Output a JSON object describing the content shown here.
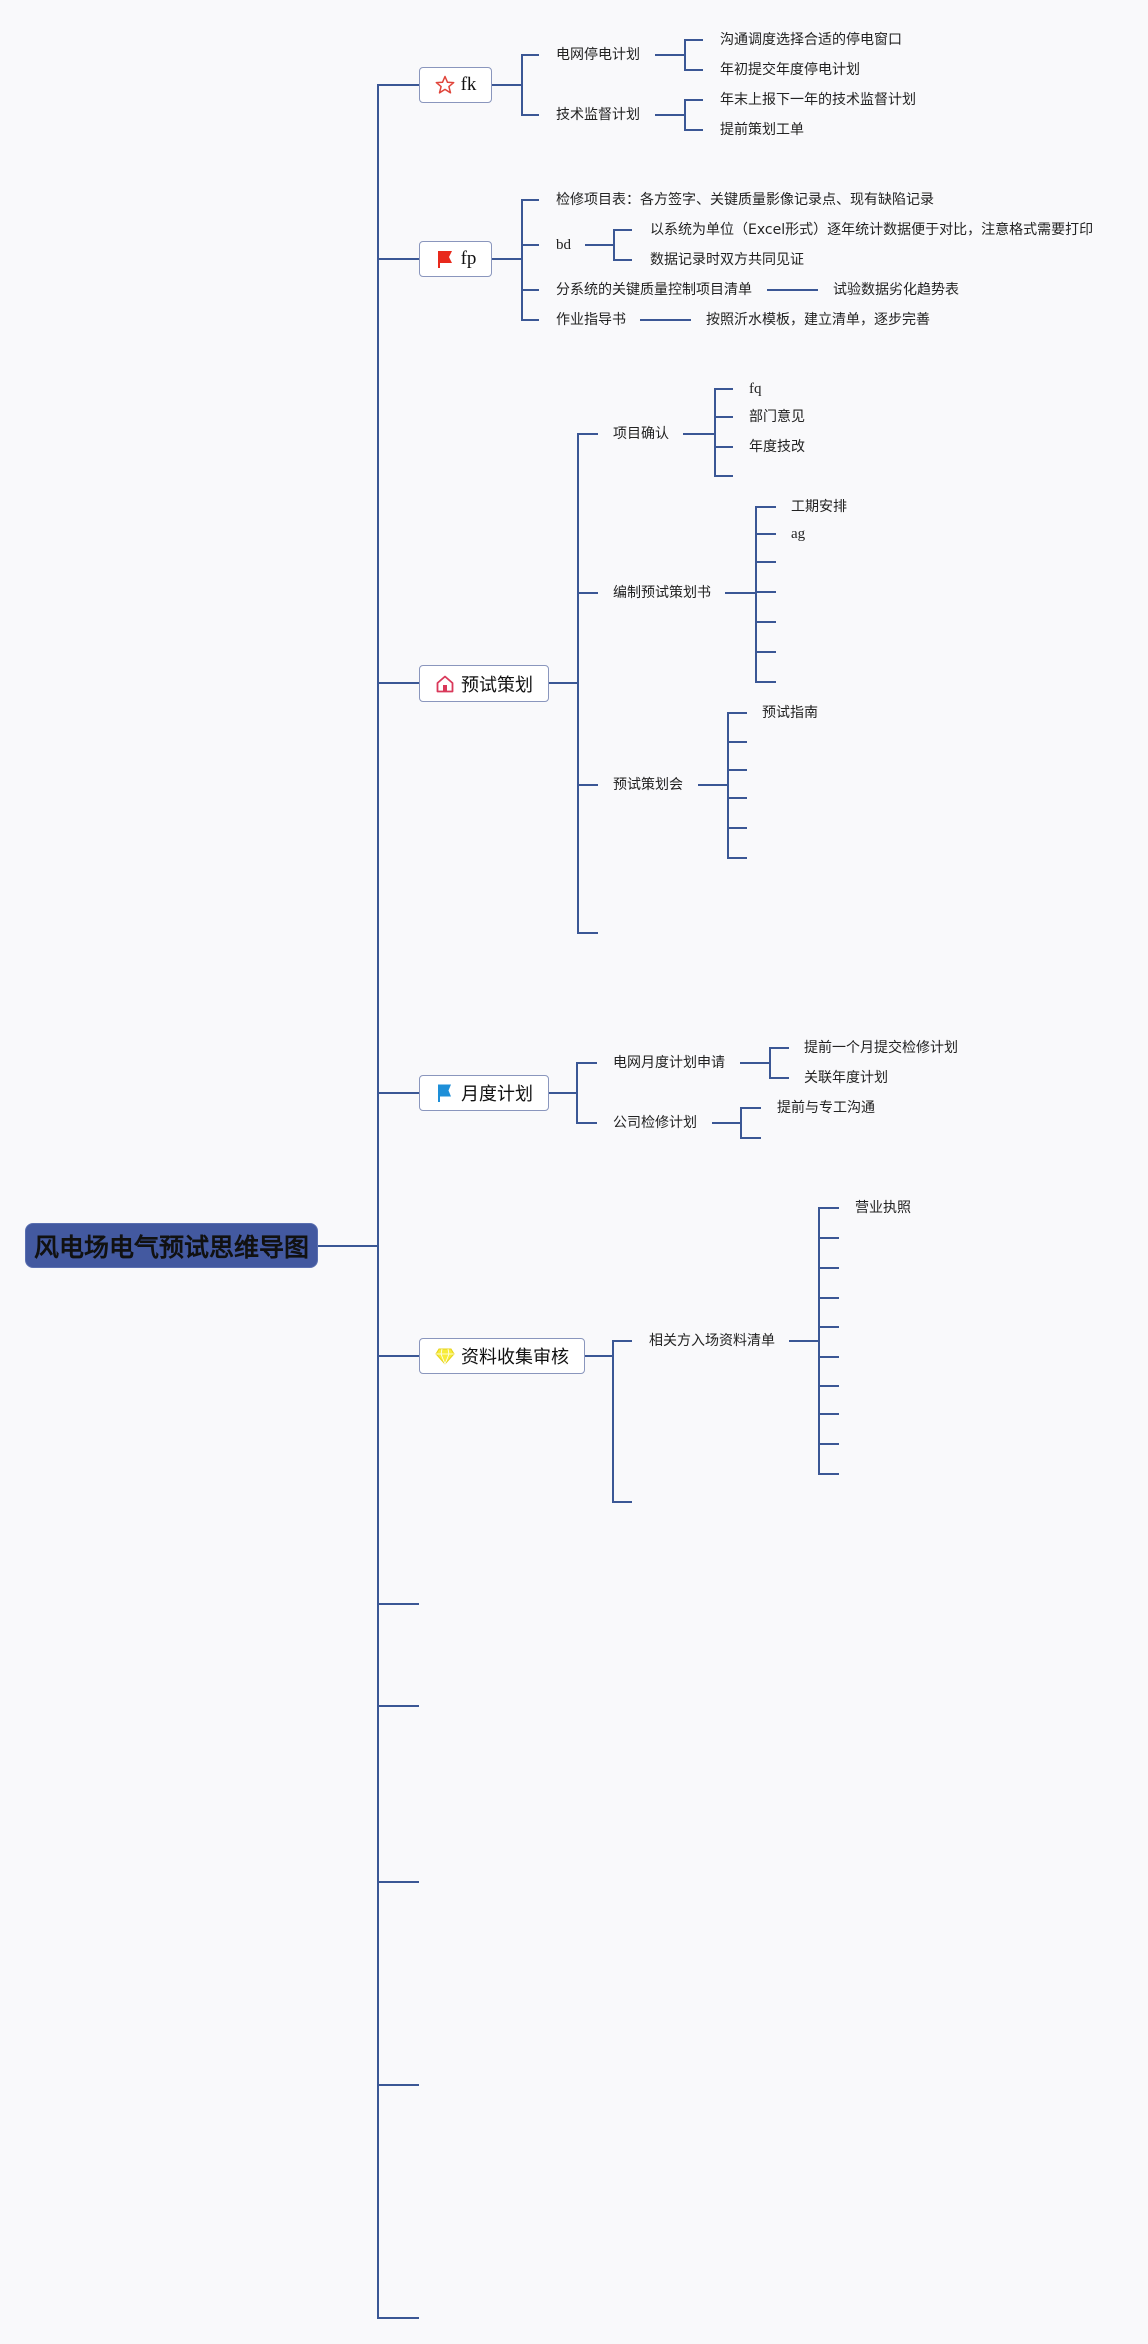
{
  "root": {
    "title": "风电场电气预试思维导图"
  },
  "colors": {
    "line": "#3b5795",
    "root_fill": "#4359a0",
    "background": "#f9f9fb"
  },
  "branches": [
    {
      "label": "fk",
      "icon": "star-icon",
      "children": [
        {
          "label": "电网停电计划",
          "children": [
            {
              "label": "沟通调度选择合适的停电窗口"
            },
            {
              "label": "年初提交年度停电计划"
            }
          ]
        },
        {
          "label": "技术监督计划",
          "children": [
            {
              "label": "年末上报下一年的技术监督计划"
            },
            {
              "label": "提前策划工单"
            }
          ]
        }
      ]
    },
    {
      "label": "fp",
      "icon": "red-flag-icon",
      "children": [
        {
          "label": "检修项目表：各方签字、关键质量影像记录点、现有缺陷记录"
        },
        {
          "label": "bd",
          "children": [
            {
              "label": "以系统为单位（Excel形式）逐年统计数据便于对比，注意格式需要打印"
            },
            {
              "label": "数据记录时双方共同见证"
            }
          ]
        },
        {
          "label": "分系统的关键质量控制项目清单",
          "children": [
            {
              "label": "试验数据劣化趋势表"
            }
          ]
        },
        {
          "label": "作业指导书",
          "children": [
            {
              "label": "按照沂水模板，建立清单，逐步完善"
            }
          ]
        }
      ]
    },
    {
      "label": "预试策划",
      "icon": "house-icon",
      "children": [
        {
          "label": "项目确认",
          "children": [
            {
              "label": "fq"
            },
            {
              "label": "部门意见"
            },
            {
              "label": "年度技改"
            }
          ]
        },
        {
          "label": "编制预试策划书",
          "children": [
            {
              "label": "工期安排"
            },
            {
              "label": "ag"
            }
          ]
        },
        {
          "label": "预试策划会",
          "children": [
            {
              "label": "预试指南"
            }
          ]
        }
      ]
    },
    {
      "label": "月度计划",
      "icon": "blue-flag-icon",
      "children": [
        {
          "label": "电网月度计划申请",
          "children": [
            {
              "label": "提前一个月提交检修计划"
            },
            {
              "label": "关联年度计划"
            }
          ]
        },
        {
          "label": "公司检修计划",
          "children": [
            {
              "label": "提前与专工沟通"
            }
          ]
        }
      ]
    },
    {
      "label": "资料收集审核",
      "icon": "diamond-icon",
      "children": [
        {
          "label": "相关方入场资料清单",
          "children": [
            {
              "label": "营业执照"
            }
          ]
        }
      ]
    }
  ]
}
